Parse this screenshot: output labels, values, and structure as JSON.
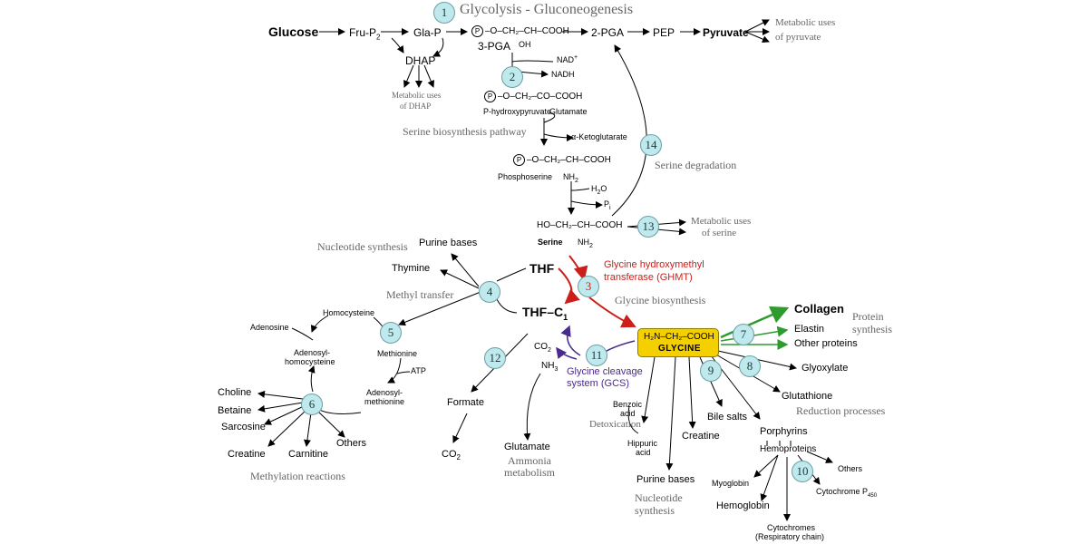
{
  "title": "Glycolysis - Gluconeogenesis",
  "glycolysis": {
    "glucose": "Glucose",
    "fru_p2": "Fru-P",
    "fru_p2_sub": "2",
    "gla_p": "Gla-P",
    "p_symbol": "P",
    "pga3_formula": "–O–CH₂–CH–COOH",
    "pga3_oh": "OH",
    "pga3": "3-PGA",
    "pga2": "2-PGA",
    "pep": "PEP",
    "pyruvate": "Pyruvate",
    "pyruvate_uses": "Metabolic uses",
    "pyruvate_uses2": "of pyruvate",
    "dhap": "DHAP",
    "dhap_uses": "Metabolic uses",
    "dhap_uses2": "of DHAP"
  },
  "serine_synthesis": {
    "nad": "NAD",
    "nad_sup": "+",
    "nadh": "NADH",
    "phydroxy_formula": "–O–CH₂–CO–COOH",
    "phydroxy": "P-hydroxypyruvate",
    "glutamate": "Glutamate",
    "ketoglutarate": "α-Ketoglutarate",
    "pathway_label": "Serine biosynthesis pathway",
    "phosphoserine_formula": "–O–CH₂–CH–COOH",
    "phosphoserine": "Phosphoserine",
    "nh2": "NH",
    "nh2_sub": "2",
    "h2o": "H",
    "h2o_sub": "2",
    "h2o_o": "O",
    "pi": "P",
    "pi_sub": "i",
    "serine_formula": "HO–CH₂–CH–COOH",
    "serine": "Serine",
    "serine_nh2": "NH",
    "serine_nh2_sub": "2",
    "serine_uses": "Metabolic uses",
    "serine_uses2": "of serine",
    "degradation": "Serine degradation"
  },
  "thf": {
    "thf": "THF",
    "thf_c1": "THF–C",
    "thf_c1_sub": "1",
    "ghmt": "Glycine hydroxymethyl",
    "ghmt2": "transferase (GHMT)",
    "gly_biosynth": "Glycine biosynthesis"
  },
  "nucleotide": {
    "label": "Nucleotide synthesis",
    "purine": "Purine bases",
    "thymine": "Thymine",
    "methyl_transfer": "Methyl transfer"
  },
  "methylation": {
    "homocysteine": "Homocysteine",
    "adenosine": "Adenosine",
    "adenosyl_hc": "Adenosyl-",
    "adenosyl_hc2": "homocysteine",
    "methionine": "Methionine",
    "atp": "ATP",
    "adenosyl_met": "Adenosyl-",
    "adenosyl_met2": "methionine",
    "choline": "Choline",
    "betaine": "Betaine",
    "sarcosine": "Sarcosine",
    "creatine": "Creatine",
    "carnitine": "Carnitine",
    "others": "Others",
    "label": "Methylation reactions"
  },
  "cleavage": {
    "formate": "Formate",
    "co2": "CO",
    "co2_sub": "2",
    "gcs_co2": "CO",
    "gcs_co2_sub": "2",
    "nh3": "NH",
    "nh3_sub": "3",
    "gcs": "Glycine cleavage",
    "gcs2": "system (GCS)",
    "glutamate": "Glutamate",
    "ammonia": "Ammonia",
    "ammonia2": "metabolism"
  },
  "glycine": {
    "formula": "H₂N–CH₂–COOH",
    "name": "GLYCINE"
  },
  "products": {
    "collagen": "Collagen",
    "elastin": "Elastin",
    "other_proteins": "Other proteins",
    "protein_synth": "Protein",
    "protein_synth2": "synthesis",
    "glyoxylate": "Glyoxylate",
    "glutathione": "Glutathione",
    "reduction": "Reduction processes",
    "benzoic": "Benzoic",
    "benzoic2": "acid",
    "detox": "Detoxication",
    "hippuric": "Hippuric",
    "hippuric2": "acid",
    "bile": "Bile salts",
    "creatine": "Creatine",
    "purine": "Purine bases",
    "nucleotide": "Nucleotide",
    "nucleotide2": "synthesis",
    "porphyrins": "Porphyrins",
    "hemoproteins": "Hemoproteins",
    "others": "Others",
    "myoglobin": "Myoglobin",
    "hemoglobin": "Hemoglobin",
    "cytochrome_p": "Cytochrome P",
    "cytochrome_p_sub": "450",
    "cytochromes": "Cytochromes",
    "resp_chain": "(Respiratory chain)"
  },
  "step_numbers": [
    "1",
    "2",
    "3",
    "4",
    "5",
    "6",
    "7",
    "8",
    "9",
    "10",
    "11",
    "12",
    "13",
    "14"
  ],
  "colors": {
    "ghmt_red": "#cc1f1a",
    "gcs_purple": "#4a2b8c",
    "protein_green": "#2e9b2e",
    "glycine_yellow": "#f5d000",
    "step_circle": "#bfe9ec"
  }
}
